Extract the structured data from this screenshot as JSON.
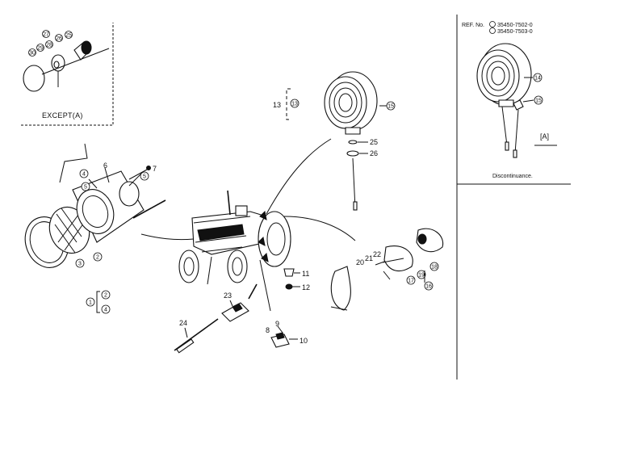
{
  "labels": {
    "except_a": "EXCEPT(A)",
    "ref_no": "REF. No.",
    "ref_line_1": "35450-7502-0",
    "ref_line_2": "35450-7503-0",
    "group_a": "[A]",
    "discontinuance": "Discontinuance."
  },
  "callouts": {
    "c1": "1",
    "c2": "2",
    "c3": "3",
    "c4": "4",
    "c5": "5",
    "c6": "6",
    "c7": "7",
    "c8": "8",
    "c9": "9",
    "c10": "10",
    "c11": "11",
    "c12": "12",
    "c13": "13",
    "c14": "14",
    "c15": "15",
    "c16": "16",
    "c17": "17",
    "c18": "18",
    "c19": "19",
    "c20": "20",
    "c21": "21",
    "c22": "22",
    "c23": "23",
    "c24": "24",
    "c25": "25",
    "c26": "26",
    "c27": "27",
    "c28": "28",
    "c29": "29",
    "c30": "30"
  },
  "assembly_1": {
    "label": "1",
    "items": [
      "2",
      "4"
    ]
  },
  "assembly_13": {
    "label": "13"
  }
}
